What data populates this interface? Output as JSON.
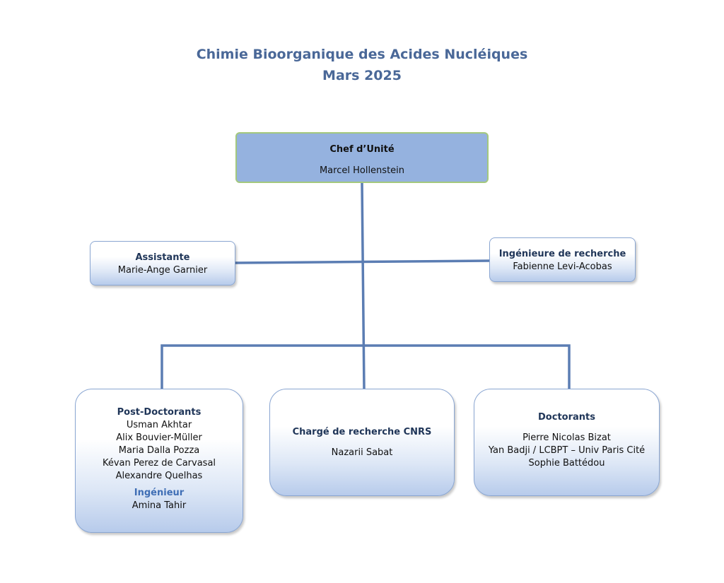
{
  "title": {
    "line1": "Chimie Bioorganique des Acides Nucléiques",
    "line2": "Mars 2025"
  },
  "colors": {
    "title": "#4a6898",
    "connector": "#5b7db3",
    "chef_fill": "#95b2df",
    "chef_border": "#a4c87e",
    "box_border": "#8aa6d2",
    "ingenieur_heading": "#3f6eb5"
  },
  "chef": {
    "role": "Chef d’Unité",
    "name": "Marcel Hollenstein"
  },
  "assistante": {
    "role": "Assistante",
    "name": "Marie-Ange Garnier"
  },
  "ingenieure_recherche": {
    "role": "Ingénieure de recherche",
    "name": "Fabienne Levi-Acobas"
  },
  "postdoctorants": {
    "role": "Post-Doctorants",
    "members": [
      "Usman Akhtar",
      "Alix Bouvier-Müller",
      "Maria Dalla Pozza",
      "Kévan Perez de Carvasal",
      "Alexandre Quelhas"
    ],
    "ingenieur_role": "Ingénieur",
    "ingenieur_name": "Amina Tahir"
  },
  "charge_recherche": {
    "role": "Chargé de recherche CNRS",
    "name": "Nazarii Sabat"
  },
  "doctorants": {
    "role": "Doctorants",
    "members": [
      "Pierre Nicolas Bizat",
      "Yan Badji / LCBPT – Univ Paris Cité",
      "Sophie Battédou"
    ]
  }
}
